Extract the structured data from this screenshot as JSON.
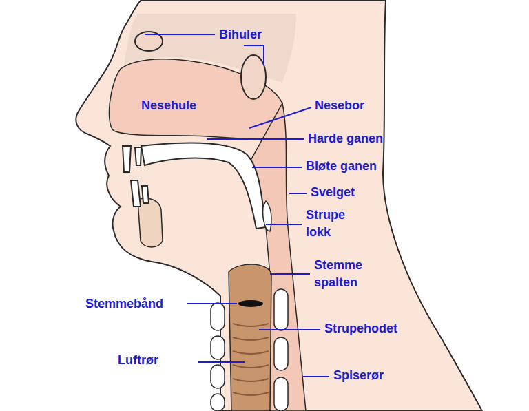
{
  "diagram": {
    "labels": [
      "Bihuler",
      "Nesehule",
      "Nesebor",
      "Harde ganen",
      "Bløte ganen",
      "Svelget",
      "Strupe lokk",
      "Stemme spalten",
      "Stemmebånd",
      "Strupehodet",
      "Luftrør",
      "Spiserør"
    ]
  }
}
